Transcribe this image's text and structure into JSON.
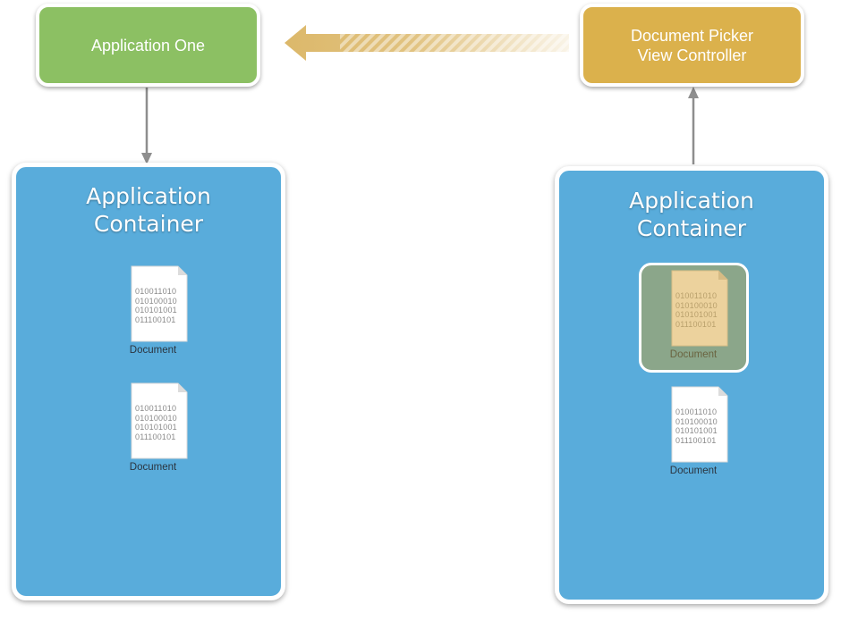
{
  "nodes": {
    "app_one": {
      "label": "Application One"
    },
    "picker": {
      "line1": "Document Picker",
      "line2": "View Controller"
    },
    "left_container": {
      "title_line1": "Application",
      "title_line2": "Container"
    },
    "right_container": {
      "title_line1": "Application",
      "title_line2": "Container"
    }
  },
  "document": {
    "bits": [
      "010011010",
      "010100010",
      "010101001",
      "011100101"
    ],
    "label": "Document"
  },
  "colors": {
    "app_one": "#8cc063",
    "picker": "#dbb14c",
    "container": "#59acdb",
    "highlight": "#8ba68a",
    "arrow": "#8e8e8e",
    "transfer_arrow": "#dcb86a"
  }
}
